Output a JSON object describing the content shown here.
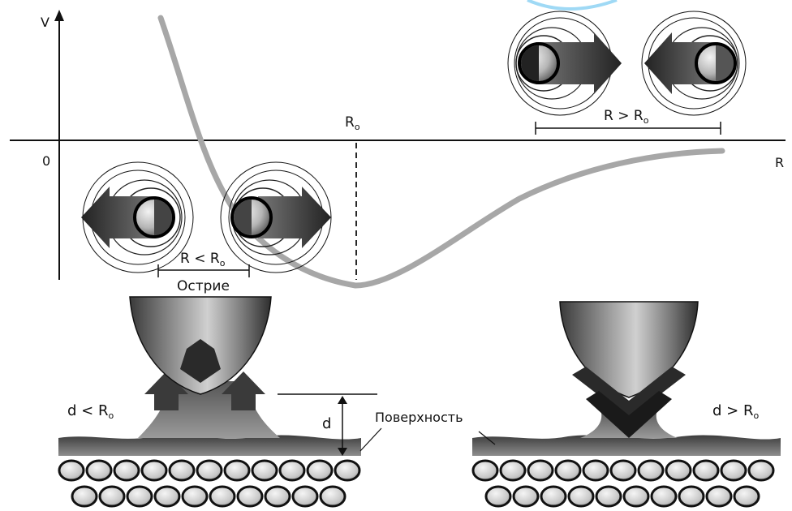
{
  "axes": {
    "y_label": "V",
    "x_label": "R",
    "origin_label": "0",
    "r0_label": "R",
    "r0_sub": "o"
  },
  "atoms": {
    "near_label": "R < R",
    "near_sub": "o",
    "far_label": "R > R",
    "far_sub": "o"
  },
  "tip": {
    "label": "Острие"
  },
  "scenes": {
    "left": {
      "label": "d < R",
      "sub": "o"
    },
    "right": {
      "label": "d > R",
      "sub": "o"
    },
    "distance_label": "d",
    "surface_label": "Поверхность"
  },
  "colors": {
    "curve": "#a7a7a7",
    "ink": "#111111",
    "accent_arc": "#9fd9f5"
  }
}
